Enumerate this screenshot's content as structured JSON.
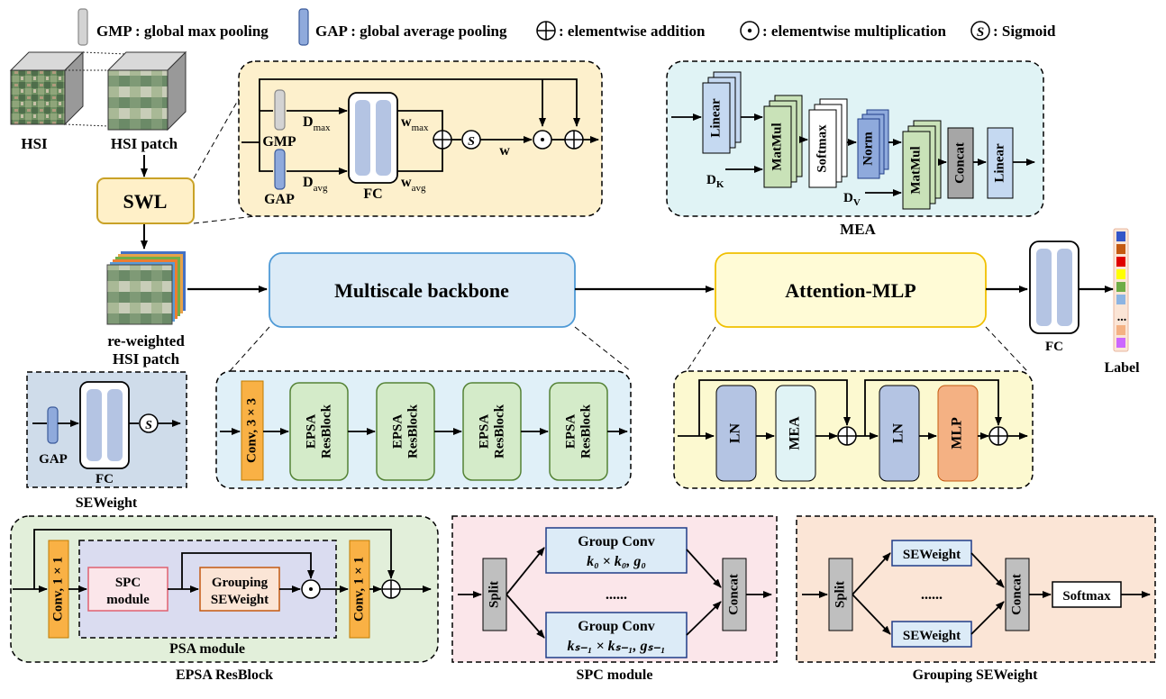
{
  "legend": {
    "gmp": "GMP : global max pooling",
    "gap": "GAP : global average pooling",
    "add": ": elementwise addition",
    "mul": ": elementwise multiplication",
    "sigmoid": ": Sigmoid"
  },
  "symbols": {
    "sigmoid": "S",
    "mul": "·"
  },
  "input": {
    "hsi": "HSI",
    "patch": "HSI patch",
    "reweighted_1": "re-weighted",
    "reweighted_2": "HSI patch"
  },
  "swl": {
    "title": "SWL",
    "gmp": "GMP",
    "gap": "GAP",
    "fc": "FC",
    "w": "w",
    "d_max": {
      "base": "D",
      "sub": "max"
    },
    "d_avg": {
      "base": "D",
      "sub": "avg"
    },
    "w_max": {
      "base": "w",
      "sub": "max"
    },
    "w_avg": {
      "base": "w",
      "sub": "avg"
    }
  },
  "mea": {
    "title": "MEA",
    "linear_in": "Linear",
    "matmul_1": "MatMul",
    "softmax": "Softmax",
    "norm": "Norm",
    "matmul_2": "MatMul",
    "concat": "Concat",
    "linear_out": "Linear",
    "d_k": {
      "base": "D",
      "sub": "K"
    },
    "d_v": {
      "base": "D",
      "sub": "V"
    }
  },
  "main": {
    "backbone": "Multiscale backbone",
    "attention_mlp": "Attention-MLP",
    "fc": "FC",
    "label": "Label",
    "label_colors": [
      "#3355c8",
      "#c55a11",
      "#e00000",
      "#ffff00",
      "#70ad47",
      "#8db4e2",
      "#f4b183",
      "#f4b183",
      "#cc66ff"
    ],
    "label_dots": "..."
  },
  "backbone_detail": {
    "conv": "Conv, 3 × 3",
    "block_line1": "EPSA",
    "block_line2": "ResBlock"
  },
  "attn_detail": {
    "ln": "LN",
    "mea": "MEA",
    "mlp": "MLP"
  },
  "seweight": {
    "title": "SEWeight",
    "gap": "GAP",
    "fc": "FC"
  },
  "epsa": {
    "title": "EPSA ResBlock",
    "conv": "Conv, 1 × 1",
    "spc_1": "SPC",
    "spc_2": "module",
    "grouping_1": "Grouping",
    "grouping_2": "SEWeight",
    "psa_title": "PSA module"
  },
  "spc": {
    "title": "SPC module",
    "split": "Split",
    "group_conv": "Group Conv",
    "top_formula": "k₀ × k₀, g₀",
    "bottom_formula": "kₛ₋₁ × kₛ₋₁, gₛ₋₁",
    "dots": "......",
    "concat": "Concat"
  },
  "grouping": {
    "title": "Grouping  SEWeight",
    "split": "Split",
    "seweight": "SEWeight",
    "dots": "......",
    "concat": "Concat",
    "softmax": "Softmax"
  }
}
